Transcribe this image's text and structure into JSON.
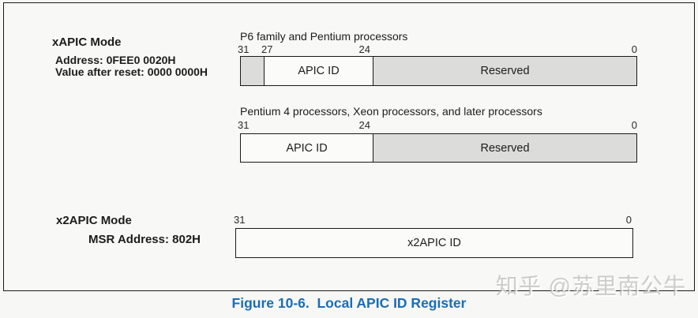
{
  "xapic": {
    "mode_label": "xAPIC Mode",
    "address_label": "Address: 0FEE0 0020H",
    "reset_label": "Value after reset: 0000 0000H"
  },
  "registers": [
    {
      "title": "P6 family and Pentium processors",
      "bit_labels": [
        "31",
        "27",
        "24",
        "0"
      ],
      "fields": [
        {
          "label": "",
          "shaded": true
        },
        {
          "label": "APIC ID",
          "shaded": false
        },
        {
          "label": "Reserved",
          "shaded": true
        }
      ]
    },
    {
      "title": "Pentium 4 processors, Xeon processors, and later processors",
      "bit_labels": [
        "31",
        "24",
        "0"
      ],
      "fields": [
        {
          "label": "APIC ID",
          "shaded": false
        },
        {
          "label": "Reserved",
          "shaded": true
        }
      ]
    },
    {
      "title": "",
      "bit_labels": [
        "31",
        "0"
      ],
      "fields": [
        {
          "label": "x2APIC ID",
          "shaded": false
        }
      ]
    }
  ],
  "x2apic": {
    "mode_label": "x2APIC Mode",
    "msr_label": "MSR Address: 802H"
  },
  "caption": "Figure 10-6.  Local APIC ID Register",
  "watermark": "知乎 @苏里南公牛",
  "colors": {
    "caption_blue": "#1b6db3",
    "reserved_gray": "#dcdcda",
    "border_black": "#1a1a1a"
  }
}
